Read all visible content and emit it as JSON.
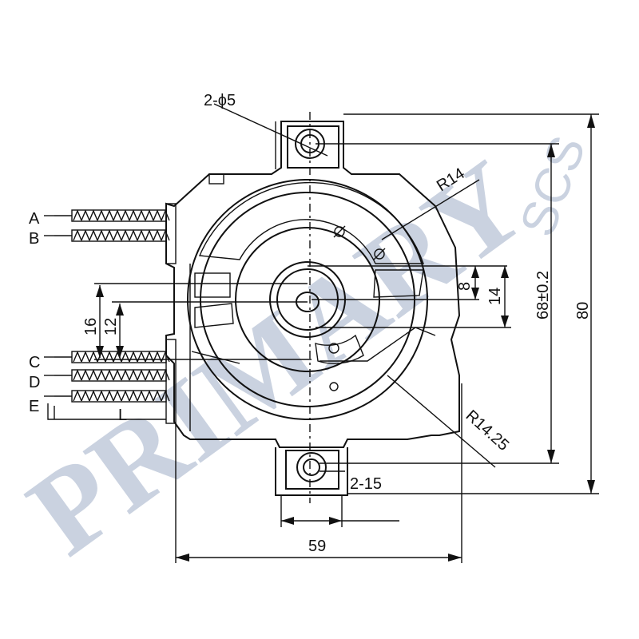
{
  "labels": {
    "hole_spec": "2-ϕ5",
    "r_outer": "R14",
    "r_cam": "R14.25",
    "slot_spec": "2-15",
    "dim_width": "59",
    "dim_height": "80",
    "dim_hole_pitch": "68±0.2",
    "dim_8": "8",
    "dim_14": "14",
    "dim_16": "16",
    "dim_12": "12",
    "wire_a": "A",
    "wire_b": "B",
    "wire_c": "C",
    "wire_d": "D",
    "wire_e": "E",
    "wire_len": "L"
  },
  "watermark": {
    "main": "PRIMARY",
    "sub": "SCS"
  },
  "colors": {
    "line": "#111111",
    "watermark": "#b9c4d6"
  }
}
